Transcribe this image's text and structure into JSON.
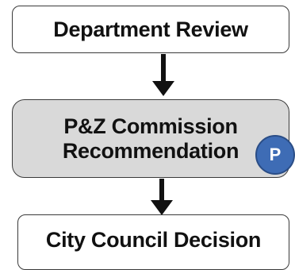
{
  "flow": {
    "steps": [
      {
        "label": "Department Review"
      },
      {
        "label_line1": "P&Z Commission",
        "label_line2": "Recommendation"
      },
      {
        "label": "City Council Decision"
      }
    ],
    "badge_letter": "P"
  },
  "colors": {
    "box_fill": "#ffffff",
    "highlight_fill": "#d9d9d9",
    "border": "#3a3a3a",
    "badge_fill": "#3e6cb5",
    "arrow": "#111111"
  },
  "icons": {
    "arrows": "arrow-down-icon",
    "badge": "p-badge-icon"
  }
}
